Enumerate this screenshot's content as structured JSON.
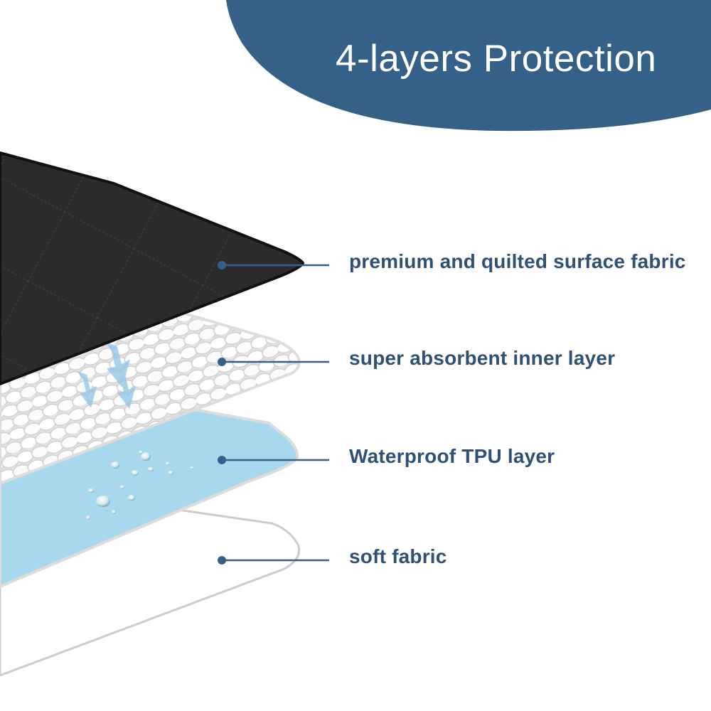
{
  "title": "4-layers Protection",
  "layers": [
    {
      "label": "premium and quilted surface fabric",
      "icon": "quilted-fabric-layer-icon"
    },
    {
      "label": "super absorbent inner layer",
      "icon": "absorbent-layer-icon"
    },
    {
      "label": "Waterproof TPU layer",
      "icon": "waterproof-tpu-layer-icon"
    },
    {
      "label": "soft fabric",
      "icon": "soft-fabric-layer-icon"
    }
  ],
  "colors": {
    "brand_blue": "#356189",
    "label_text": "#2f5174",
    "surface_fabric": "#2a2a2a",
    "tpu_layer": "#a8d8ee",
    "background": "#ffffff"
  }
}
